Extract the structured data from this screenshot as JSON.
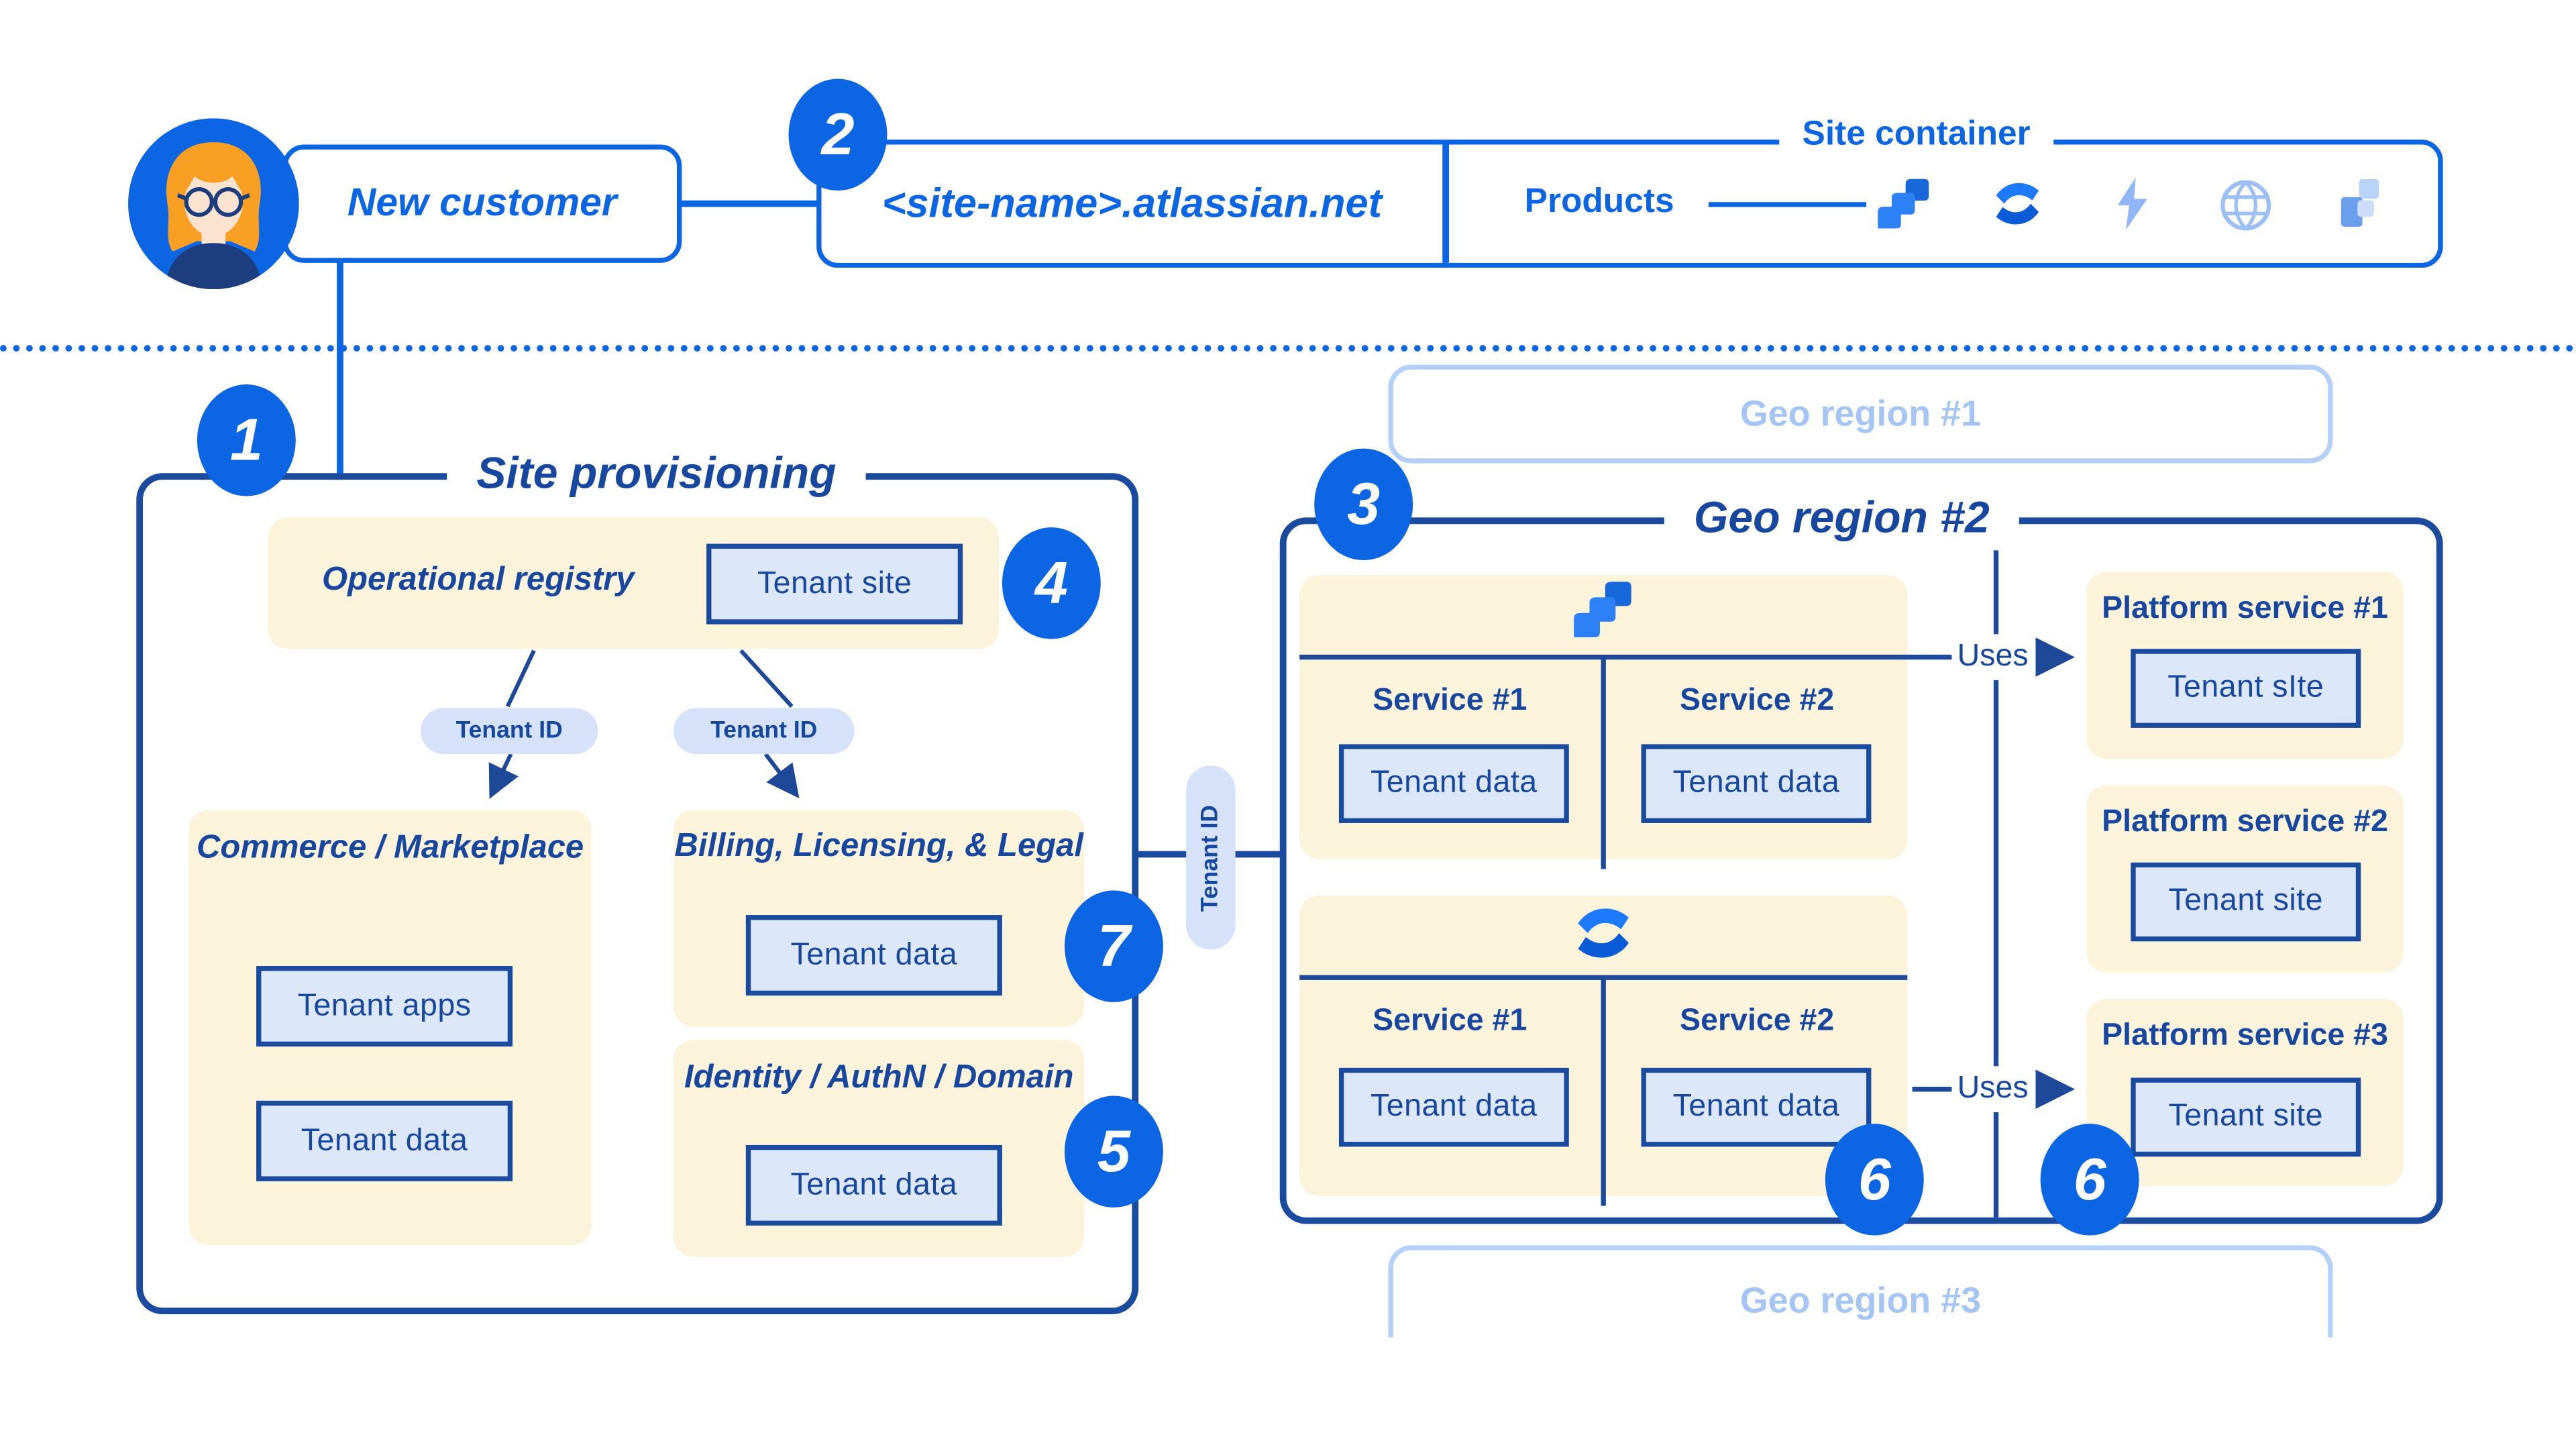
{
  "header": {
    "customer_label": "New customer",
    "badge": "2",
    "site_url": "<site-name>.atlassian.net",
    "site_container": {
      "title": "Site container",
      "products_label": "Products",
      "product_icons": [
        "jira-icon",
        "confluence-icon",
        "bolt-icon",
        "globe-icon",
        "sites-icon"
      ]
    }
  },
  "site_provisioning": {
    "badge": "1",
    "title": "Site provisioning",
    "operational_registry": {
      "title": "Operational registry",
      "tenant_site": "Tenant site",
      "badge": "4"
    },
    "tenant_id_pills": [
      "Tenant ID",
      "Tenant ID"
    ],
    "commerce": {
      "title": "Commerce / Marketplace",
      "tenant_apps": "Tenant apps",
      "tenant_data": "Tenant data"
    },
    "billing": {
      "title": "Billing, Licensing, & Legal",
      "tenant_data": "Tenant data",
      "badge": "7"
    },
    "identity": {
      "title": "Identity / AuthN / Domain",
      "tenant_data": "Tenant data",
      "badge": "5"
    }
  },
  "connector": {
    "tenant_id_pill": "Tenant ID"
  },
  "geo_regions": {
    "region1": {
      "title": "Geo region #1"
    },
    "region2": {
      "badge": "3",
      "title": "Geo region #2",
      "products": [
        {
          "icon": "jira-icon",
          "services": [
            {
              "name": "Service #1",
              "data": "Tenant data"
            },
            {
              "name": "Service #2",
              "data": "Tenant data"
            }
          ]
        },
        {
          "icon": "confluence-icon",
          "services": [
            {
              "name": "Service #1",
              "data": "Tenant data"
            },
            {
              "name": "Service #2",
              "data": "Tenant data"
            }
          ]
        }
      ],
      "uses_labels": [
        "Uses",
        "Uses"
      ],
      "platform_services": [
        {
          "title": "Platform service #1",
          "box": "Tenant sIte"
        },
        {
          "title": "Platform service #2",
          "box": "Tenant site"
        },
        {
          "title": "Platform service #3",
          "box": "Tenant site"
        }
      ],
      "badges_6": [
        "6",
        "6"
      ]
    },
    "region3": {
      "title": "Geo region #3"
    }
  },
  "colors": {
    "accent_blue": "#0C66E4",
    "navy": "#17479E",
    "cream": "#FBF3DA",
    "light_blue_fill": "#DCE7FA",
    "faded_blue": "#A5C6F4"
  }
}
